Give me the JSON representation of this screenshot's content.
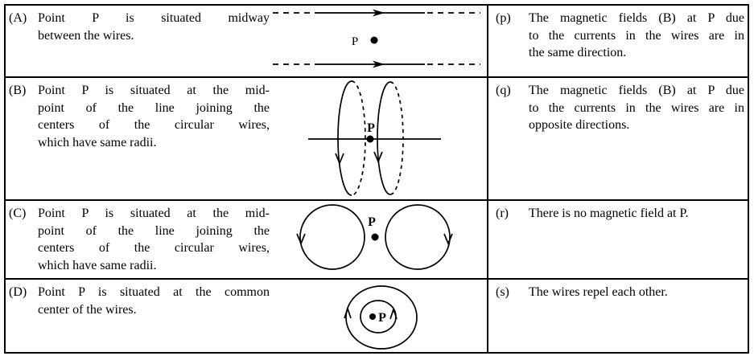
{
  "rows": [
    {
      "left": {
        "label": "(A)",
        "lines": [
          "Point P is situated midway",
          "between the wires."
        ]
      },
      "diagram": {
        "name": "two-parallel-straight-wires-with-currents",
        "point_label": "P"
      },
      "right": {
        "label": "(p)",
        "lines": [
          "The magnetic fields (B) at P due",
          "to the currents in the wires are in",
          "the same direction."
        ]
      }
    },
    {
      "left": {
        "label": "(B)",
        "lines": [
          "Point P is situated at the mid-",
          "point of the line joining the",
          "centers of the circular wires,",
          "which have same radii."
        ]
      },
      "diagram": {
        "name": "two-coaxial-circular-loops-on-common-axis",
        "point_label": "P"
      },
      "right": {
        "label": "(q)",
        "lines": [
          "The magnetic fields (B) at P due",
          "to the currents in the wires are in",
          "opposite directions."
        ]
      }
    },
    {
      "left": {
        "label": "(C)",
        "lines": [
          "Point P is situated at the mid-",
          "point of the line joining the",
          "centers of the circular wires,",
          "which have same radii."
        ]
      },
      "diagram": {
        "name": "two-coplanar-circular-loops-side-by-side",
        "point_label": "P"
      },
      "right": {
        "label": "(r)",
        "lines": [
          "There is no magnetic field at P."
        ]
      }
    },
    {
      "left": {
        "label": "(D)",
        "lines": [
          "Point P is situated at the common",
          "center of the wires."
        ]
      },
      "diagram": {
        "name": "two-concentric-circular-loops",
        "point_label": "P"
      },
      "right": {
        "label": "(s)",
        "lines": [
          "The wires repel each other."
        ]
      }
    }
  ]
}
